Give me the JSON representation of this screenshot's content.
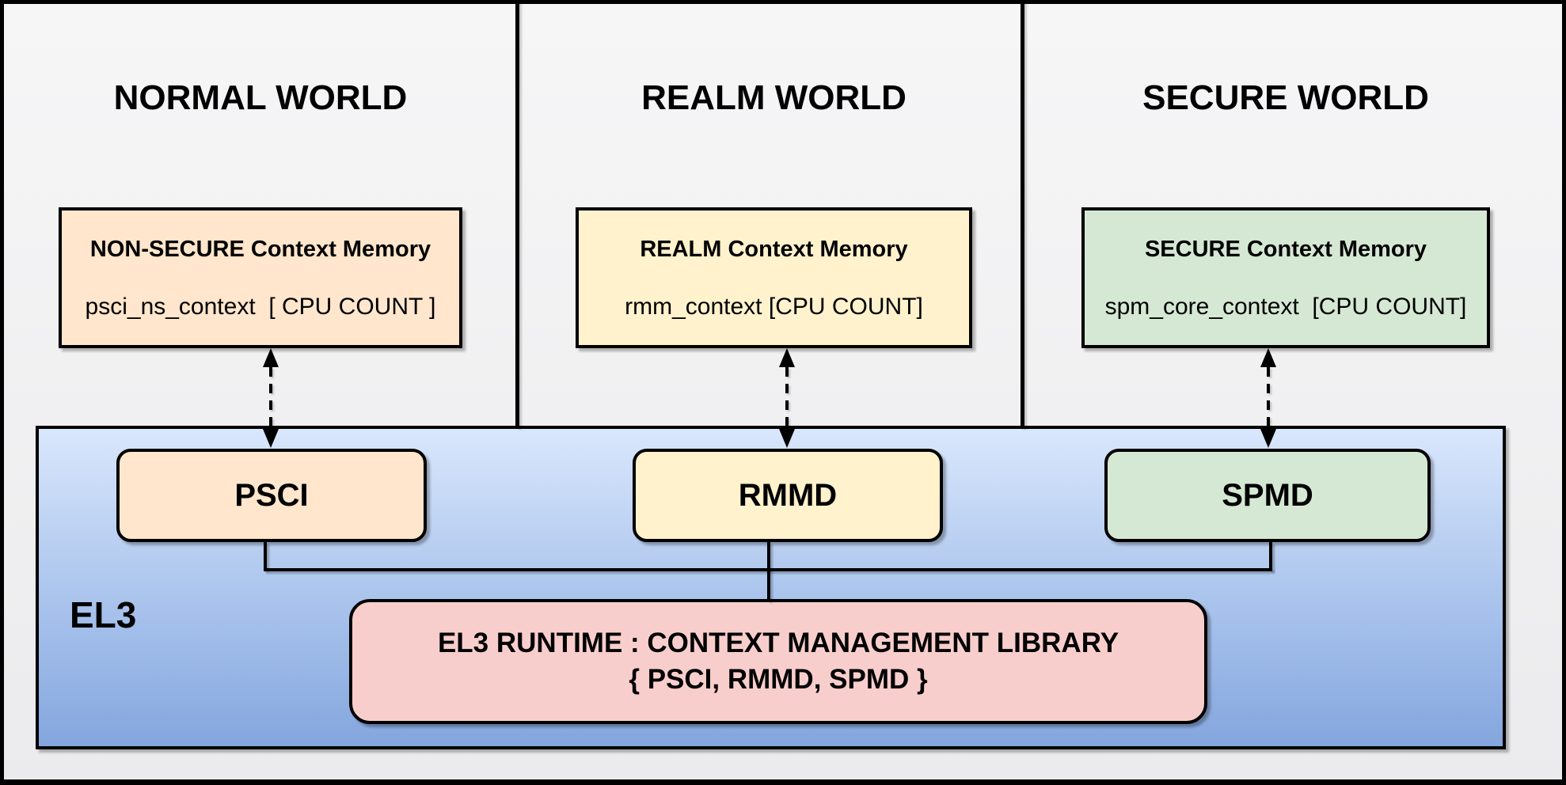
{
  "diagram": {
    "title_implicit": "EL3 context management architecture",
    "worlds": [
      {
        "title": "NORMAL WORLD",
        "memory_title": "NON-SECURE Context Memory",
        "memory_variable": "psci_ns_context  [ CPU COUNT ]",
        "dispatcher": "PSCI",
        "color": "#ffe6cc"
      },
      {
        "title": "REALM WORLD",
        "memory_title": "REALM Context Memory",
        "memory_variable": "rmm_context [CPU COUNT]",
        "dispatcher": "RMMD",
        "color": "#fff2cc"
      },
      {
        "title": "SECURE WORLD",
        "memory_title": "SECURE Context Memory",
        "memory_variable": "spm_core_context  [CPU COUNT]",
        "dispatcher": "SPMD",
        "color": "#d5e8d4"
      }
    ],
    "el3": {
      "label": "EL3",
      "runtime_title": "EL3 RUNTIME : CONTEXT MANAGEMENT LIBRARY",
      "runtime_subtitle": "{ PSCI, RMMD, SPMD }",
      "runtime_color": "#f8cecc"
    },
    "colors": {
      "background": "#f2f2f3",
      "border": "#000000",
      "orange": "#ffe6cc",
      "yellow": "#fff2cc",
      "green": "#d5e8d4",
      "red": "#f8cecc",
      "el3_gradient_top": "#dae8fc",
      "el3_gradient_bottom": "#84a6de"
    }
  }
}
